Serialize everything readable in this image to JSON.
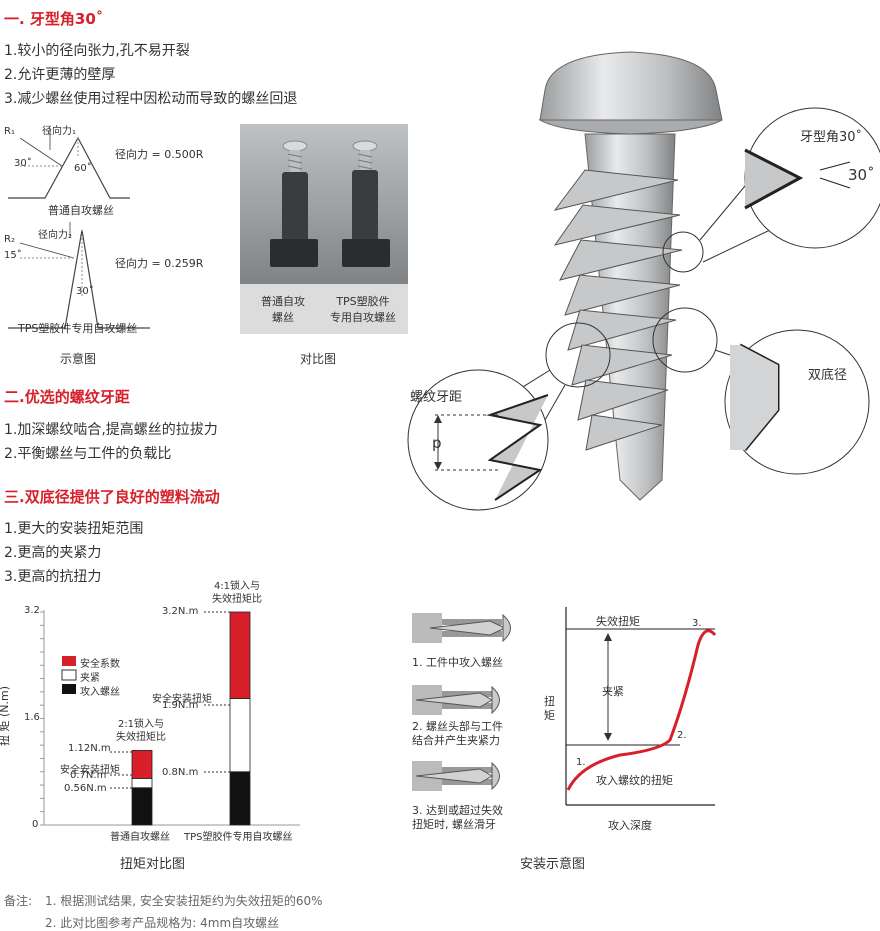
{
  "section1": {
    "title": "一. 牙型角30˚",
    "items": [
      "1.较小的径向张力,孔不易开裂",
      "2.允许更薄的壁厚",
      "3.减少螺丝使用过程中因松动而导致的螺丝回退"
    ]
  },
  "schematic": {
    "r1": "R₁",
    "radial1": "径向力₁",
    "angle30": "30˚",
    "angle60": "60˚",
    "force1": "径向力 = 0.500R",
    "label1": "普通自攻螺丝",
    "r2": "R₂",
    "radial2": "径向力₂",
    "angle15": "15˚",
    "angle30b": "30˚",
    "force2": "径向力 = 0.259R",
    "label2": "TPS塑胶件专用自攻螺丝",
    "caption": "示意图"
  },
  "photo": {
    "left_label": "普通自攻\n螺丝",
    "right_label": "TPS塑胶件\n专用自攻螺丝",
    "caption": "对比图"
  },
  "screw_diagram": {
    "thread_angle": "牙型角30˚",
    "angle": "30˚",
    "double_root": "双底径",
    "pitch": "螺纹牙距",
    "p": "p"
  },
  "section2": {
    "title": "二.优选的螺纹牙距",
    "items": [
      "1.加深螺纹啮合,提高螺丝的拉拔力",
      "2.平衡螺丝与工件的负载比"
    ]
  },
  "section3": {
    "title": "三.双底径提供了良好的塑料流动",
    "items": [
      "1.更大的安装扭矩范围",
      "2.更高的夹紧力",
      "3.更高的抗扭力"
    ]
  },
  "torque_chart": {
    "ylabel": "扭 矩 (N.m)",
    "ticks": [
      "3.2",
      "1.6",
      "0"
    ],
    "legend": [
      "安全系数",
      "夹紧",
      "攻入螺丝"
    ],
    "bar1_ratio": "2:1锁入与\n失效扭矩比",
    "bar1_top": "1.12N.m",
    "bar1_safe": "安全安装扭矩",
    "bar1_mid": "0.7N.m",
    "bar1_low": "0.56N.m",
    "bar2_ratio": "4:1锁入与\n失效扭矩比",
    "bar2_top": "3.2N.m",
    "bar2_safe": "安全安装扭矩",
    "bar2_mid": "1.9N.m",
    "bar2_low": "0.8N.m",
    "x1": "普通自攻螺丝",
    "x2": "TPS塑胶件专用自攻螺丝",
    "caption": "扭矩对比图",
    "colors": {
      "safety": "#d7202a",
      "clamp": "#ffffff",
      "drive": "#111111"
    }
  },
  "chart_data": {
    "type": "bar",
    "categories": [
      "普通自攻螺丝",
      "TPS塑胶件专用自攻螺丝"
    ],
    "series": [
      {
        "name": "攻入螺丝",
        "values": [
          0.56,
          0.8
        ]
      },
      {
        "name": "夹紧",
        "values": [
          0.14,
          1.1
        ]
      },
      {
        "name": "安全系数",
        "values": [
          0.42,
          1.3
        ]
      }
    ],
    "stack_tops": [
      1.12,
      3.2
    ],
    "ylabel": "扭 矩 (N.m)",
    "ylim": [
      0,
      3.2
    ],
    "yticks": [
      0,
      1.6,
      3.2
    ],
    "title": "扭矩对比图"
  },
  "install": {
    "step1": "1. 工件中攻入螺丝",
    "step2": "2. 螺丝头部与工件\n结合并产生夹紧力",
    "step3": "3. 达到或超过失效\n扭矩时, 螺丝滑牙",
    "fail_torque": "失效扭矩",
    "clamp": "夹紧",
    "drive_torque": "攻入螺纹的扭矩",
    "ylabel": "扭\n矩",
    "xlabel": "攻入深度",
    "p1": "1.",
    "p2": "2.",
    "p3": "3.",
    "caption": "安装示意图"
  },
  "notes": {
    "prefix": "备注:",
    "n1": "1. 根据测试结果, 安全安装扭矩约为失效扭矩的60%",
    "n2": "2. 此对比图参考产品规格为: 4mm自攻螺丝"
  }
}
